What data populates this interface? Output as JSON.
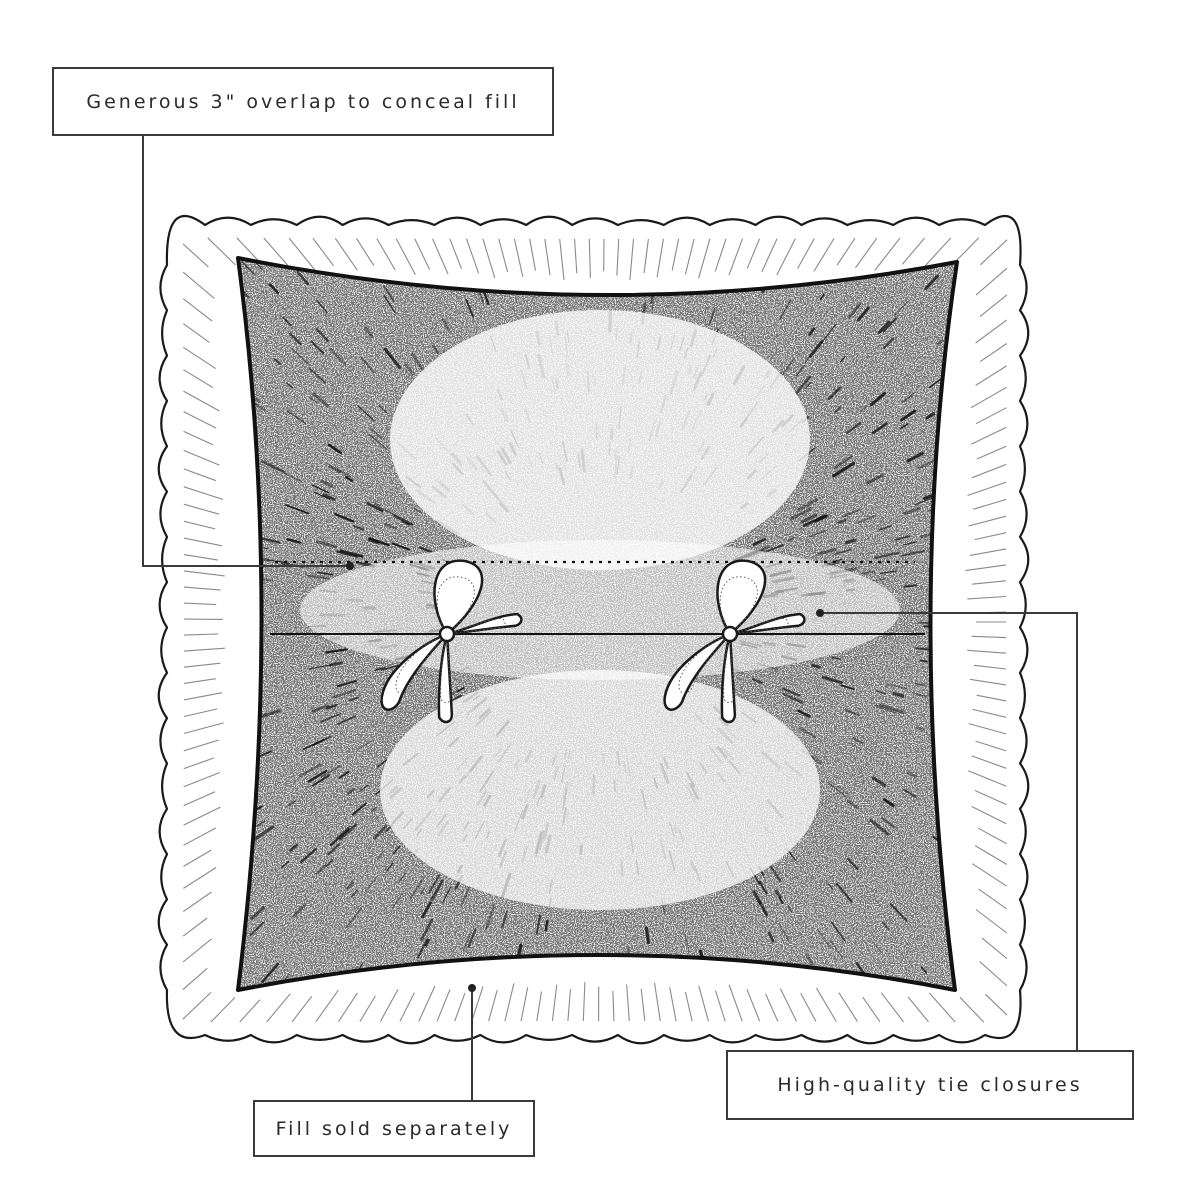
{
  "callouts": {
    "overlap": "Generous 3\" overlap to conceal fill",
    "ties": "High-quality tie closures",
    "fill": "Fill sold separately"
  },
  "colors": {
    "ink": "#1a1a1a",
    "line": "#3a3a3a",
    "background": "#ffffff"
  },
  "icons": [
    "ruffled-pillow-illustration",
    "bow-tie-icon"
  ]
}
